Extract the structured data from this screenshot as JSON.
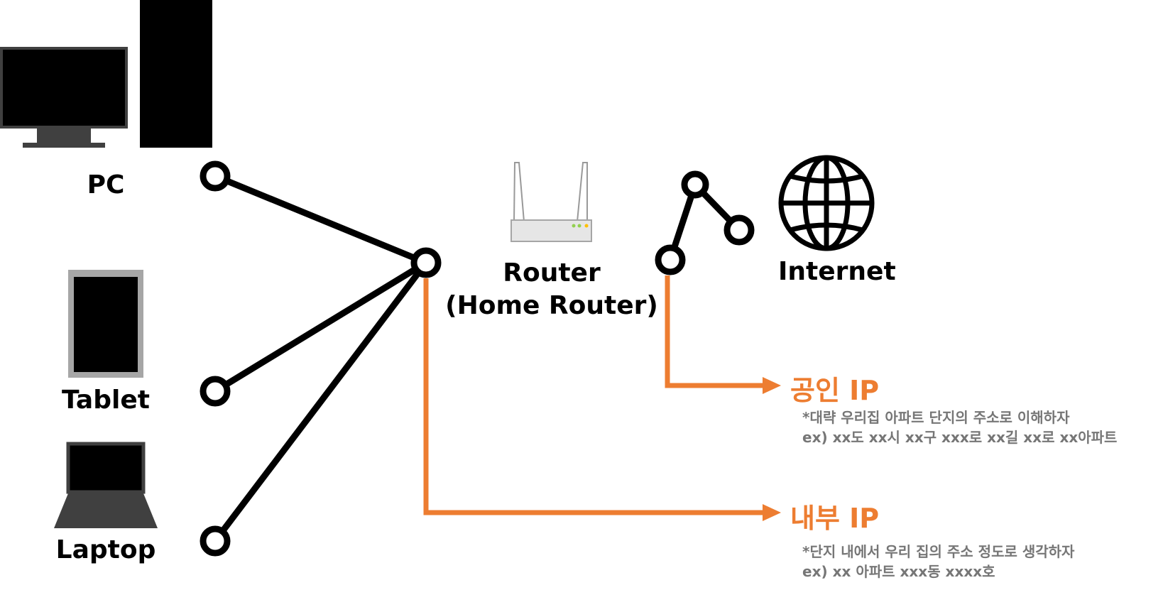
{
  "devices": {
    "pc": "PC",
    "tablet": "Tablet",
    "laptop": "Laptop"
  },
  "router": {
    "line1": "Router",
    "line2": "(Home Router)"
  },
  "internet": "Internet",
  "public_ip": {
    "label": "공인 IP",
    "note1": "*대략 우리집 아파트 단지의 주소로 이해하자",
    "note2": "ex) xx도 xx시 xx구 xxx로 xx길 xx로 xx아파트"
  },
  "private_ip": {
    "label": "내부 IP",
    "note1": "*단지 내에서 우리 집의 주소 정도로 생각하자",
    "note2": "ex) xx 아파트 xxx동 xxxx호"
  },
  "colors": {
    "accent": "#ed7d31",
    "note": "#767676",
    "line": "#000000"
  },
  "icons": [
    "monitor-icon",
    "pc-tower-icon",
    "tablet-icon",
    "laptop-icon",
    "router-icon",
    "globe-icon"
  ]
}
